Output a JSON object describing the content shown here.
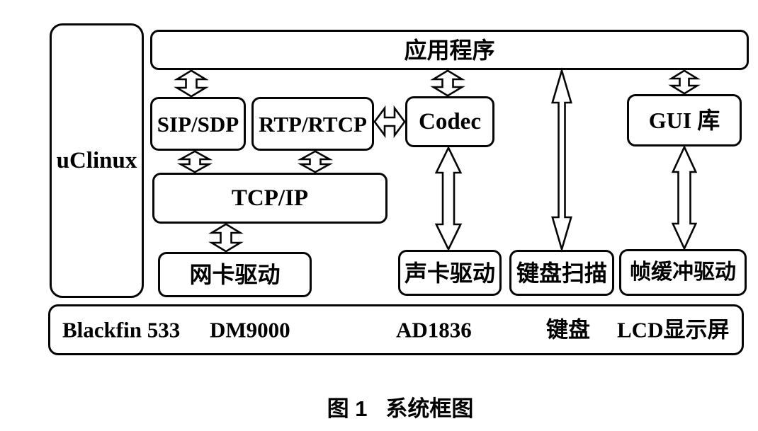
{
  "colors": {
    "ink": "#000000",
    "background": "#ffffff"
  },
  "figure": {
    "caption": "图 1   系统框图"
  },
  "diagram": {
    "nodes": {
      "uclinux": "uClinux",
      "app": "应用程序",
      "sipsdp": "SIP/SDP",
      "rtprtcp": "RTP/RTCP",
      "codec": "Codec",
      "gui": "GUI 库",
      "tcpip": "TCP/IP",
      "nic_driver": "网卡驱动",
      "sound_driver": "声卡驱动",
      "key_scan": "键盘扫描",
      "framebuffer_driver": "帧缓冲驱动"
    },
    "hardware": {
      "cpu": "Blackfin 533",
      "ethernet": "DM9000",
      "audio_codec": "AD1836",
      "keyboard": "键盘",
      "lcd": "LCD显示屏"
    },
    "edges": [
      {
        "from": "app",
        "to": "sipsdp",
        "style": "double-arrow"
      },
      {
        "from": "app",
        "to": "codec",
        "style": "double-arrow"
      },
      {
        "from": "app",
        "to": "gui",
        "style": "double-arrow"
      },
      {
        "from": "app",
        "to": "key_scan",
        "style": "double-arrow"
      },
      {
        "from": "sipsdp",
        "to": "tcpip",
        "style": "double-arrow"
      },
      {
        "from": "rtprtcp",
        "to": "tcpip",
        "style": "double-arrow"
      },
      {
        "from": "rtprtcp",
        "to": "codec",
        "style": "double-arrow"
      },
      {
        "from": "codec",
        "to": "sound_driver",
        "style": "double-arrow"
      },
      {
        "from": "gui",
        "to": "framebuffer_driver",
        "style": "double-arrow"
      },
      {
        "from": "tcpip",
        "to": "nic_driver",
        "style": "double-arrow"
      }
    ]
  }
}
